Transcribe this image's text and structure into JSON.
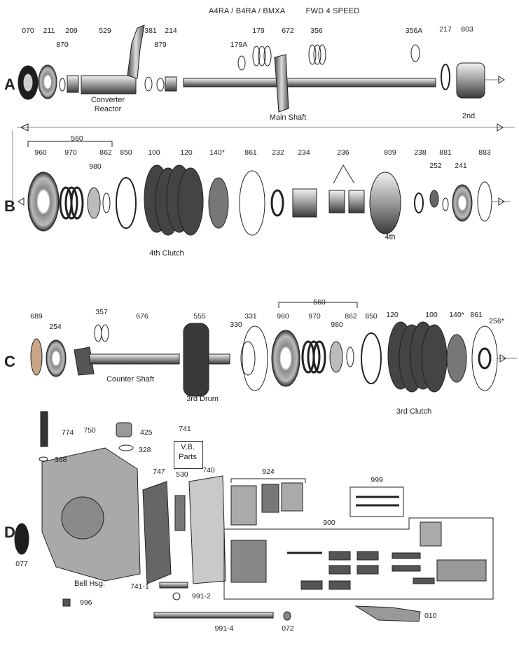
{
  "title": {
    "model": "A4RA / B4RA / BMXA",
    "type": "FWD 4 SPEED"
  },
  "rows": [
    "A",
    "B",
    "C",
    "D"
  ],
  "captions": {
    "converter_reactor_1": "Converter",
    "converter_reactor_2": "Reactor",
    "main_shaft": "Main Shaft",
    "second": "2nd",
    "fourth_clutch": "4th Clutch",
    "fourth": "4th",
    "counter_shaft": "Counter Shaft",
    "third_drum": "3rd Drum",
    "third_clutch": "3rd Clutch",
    "bell_hsg": "Bell Hsg.",
    "vb_parts_1": "V.B.",
    "vb_parts_2": "Parts"
  },
  "part_numbers": {
    "a": [
      "070",
      "211",
      "209",
      "870",
      "529",
      "381",
      "879",
      "214",
      "179A",
      "179",
      "672",
      "356",
      "356A",
      "217",
      "803"
    ],
    "b": [
      "560",
      "960",
      "970",
      "980",
      "862",
      "850",
      "100",
      "120",
      "140*",
      "861",
      "232",
      "234",
      "236",
      "809",
      "238",
      "252",
      "881",
      "241",
      "883"
    ],
    "c": [
      "689",
      "254",
      "357",
      "676",
      "555",
      "330",
      "331",
      "560",
      "960",
      "970",
      "980",
      "862",
      "850",
      "120",
      "100",
      "140*",
      "861",
      "256*"
    ],
    "d": [
      "774",
      "750",
      "425",
      "328",
      "368",
      "741",
      "747",
      "530",
      "740",
      "924",
      "999",
      "900",
      "077",
      "741-1",
      "991-2",
      "996",
      "991-4",
      "072",
      "010"
    ]
  }
}
